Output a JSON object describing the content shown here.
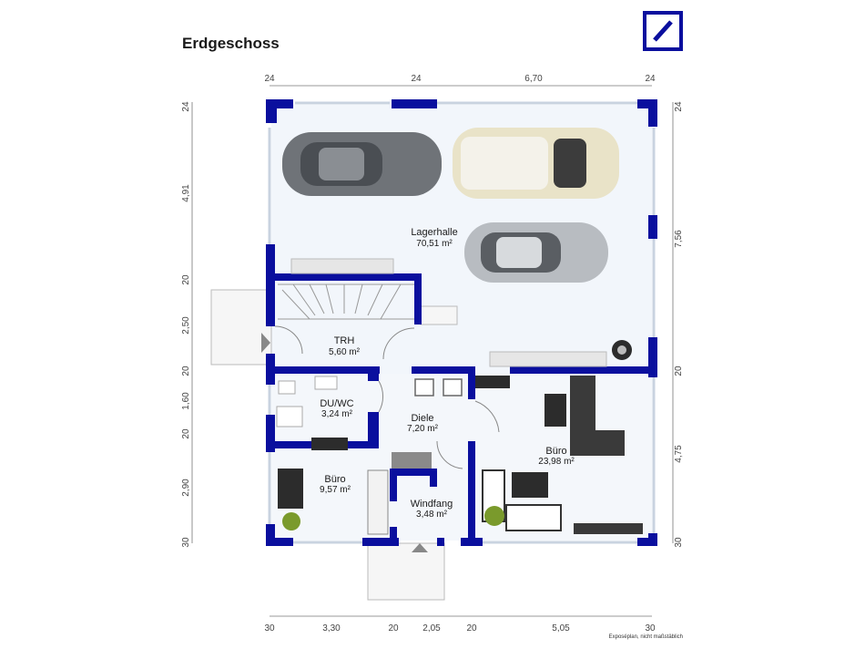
{
  "page": {
    "title": "Erdgeschoss",
    "note": "Exposéplan, nicht maßstäblich"
  },
  "brand": {
    "color": "#0a0f9e",
    "logo_icon": "slash-square-logo"
  },
  "rooms": {
    "lagerhalle": {
      "name": "Lagerhalle",
      "area": "70,51 m²"
    },
    "trh": {
      "name": "TRH",
      "area": "5,60 m²"
    },
    "duwc": {
      "name": "DU/WC",
      "area": "3,24 m²"
    },
    "diele": {
      "name": "Diele",
      "area": "7,20 m²"
    },
    "buero_right": {
      "name": "Büro",
      "area": "23,98 m²"
    },
    "buero_left": {
      "name": "Büro",
      "area": "9,57 m²"
    },
    "windfang": {
      "name": "Windfang",
      "area": "3,48 m²"
    }
  },
  "dimensions": {
    "top": [
      "24",
      "24",
      "6,70",
      "24"
    ],
    "bottom": [
      "30",
      "3,30",
      "20",
      "2,05",
      "20",
      "5,05",
      "30"
    ],
    "left": [
      "24",
      "4,91",
      "20",
      "2,50",
      "20",
      "1,60",
      "20",
      "2,90",
      "30"
    ],
    "right": [
      "24",
      "7,56",
      "20",
      "4,75",
      "30"
    ]
  }
}
